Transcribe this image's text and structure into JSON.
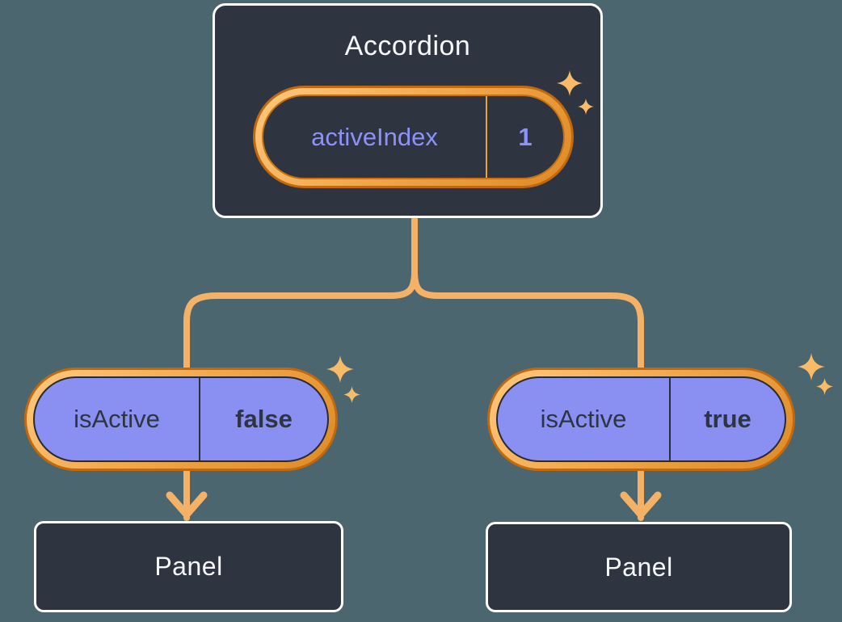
{
  "background_color": "#4B666E",
  "accordion": {
    "title": "Accordion",
    "pill": {
      "label": "activeIndex",
      "value": "1"
    }
  },
  "branches": [
    {
      "pill": {
        "label": "isActive",
        "value": "false"
      },
      "panel": {
        "label": "Panel"
      }
    },
    {
      "pill": {
        "label": "isActive",
        "value": "true"
      },
      "panel": {
        "label": "Panel"
      }
    }
  ],
  "icons": [
    {
      "name": "sparkle-icon",
      "glyph": "✦"
    }
  ],
  "colors": {
    "background": "#4B666E",
    "card_fill": "#2E3440",
    "card_border": "#FFFFFF",
    "pill_purple_fill": "#8A8FF2",
    "text_light": "#F6F7F9",
    "text_dark": "#2E3440",
    "text_purple": "#8C92F9",
    "ring_gradient_light": "#FFC97E",
    "ring_gradient_dark": "#DE8A25",
    "ring_outline": "#C2690F",
    "connector_line": "#F5B266",
    "sparkle": "#F8BC69"
  }
}
